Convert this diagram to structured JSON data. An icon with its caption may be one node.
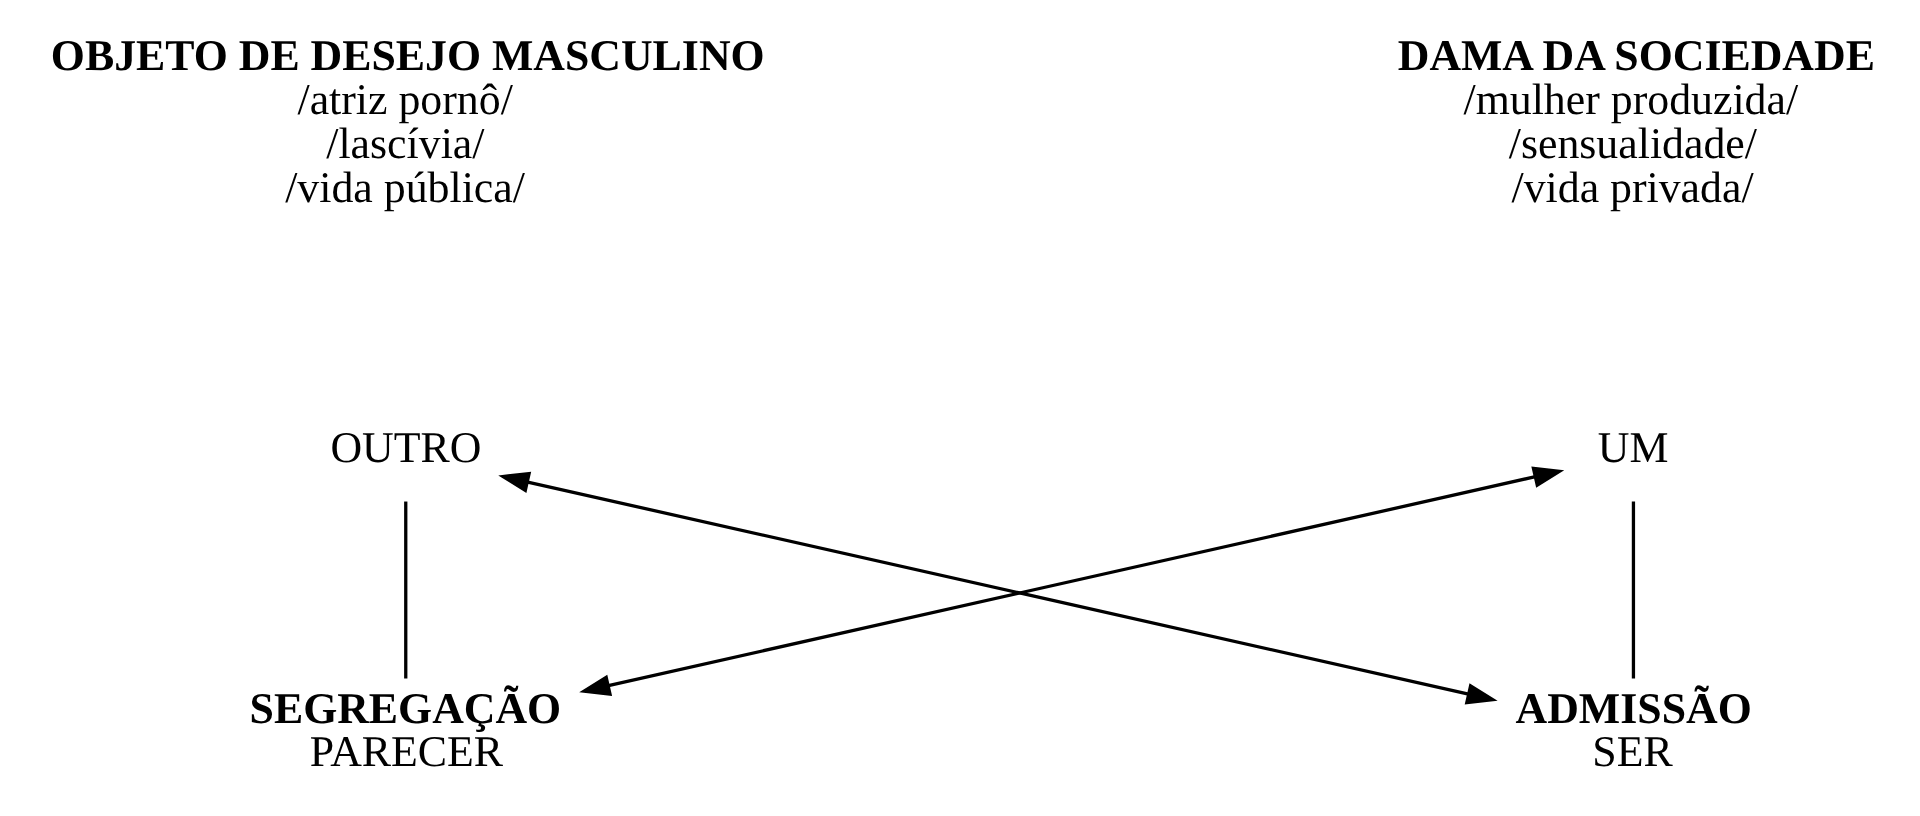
{
  "diagram": {
    "nodes": [
      {
        "text": [
          "UM"
        ]
      },
      {
        "text": [
          "OUTRO"
        ]
      },
      {
        "text": [
          "ADMISSÃO",
          "SER"
        ]
      },
      {
        "text": [
          "SEGREGAÇÃO",
          "PARECER"
        ]
      }
    ],
    "edges": [
      {
        "from": 0,
        "to": 2,
        "arrow": "none"
      },
      {
        "from": 1,
        "to": 3,
        "arrow": "none"
      },
      {
        "from": 0,
        "to": 3,
        "arrow": "both"
      },
      {
        "from": 2,
        "to": 1,
        "arrow": "both"
      }
    ],
    "labels": [
      "DAMA DA SOCIEDADE",
      "/mulher produzida/",
      "/sensualidade/",
      "/vida privada/",
      "OBJETO DE DESEJO MASCULINO",
      "/atriz pornô/",
      "/lascívia/",
      "/vida pública/"
    ]
  }
}
